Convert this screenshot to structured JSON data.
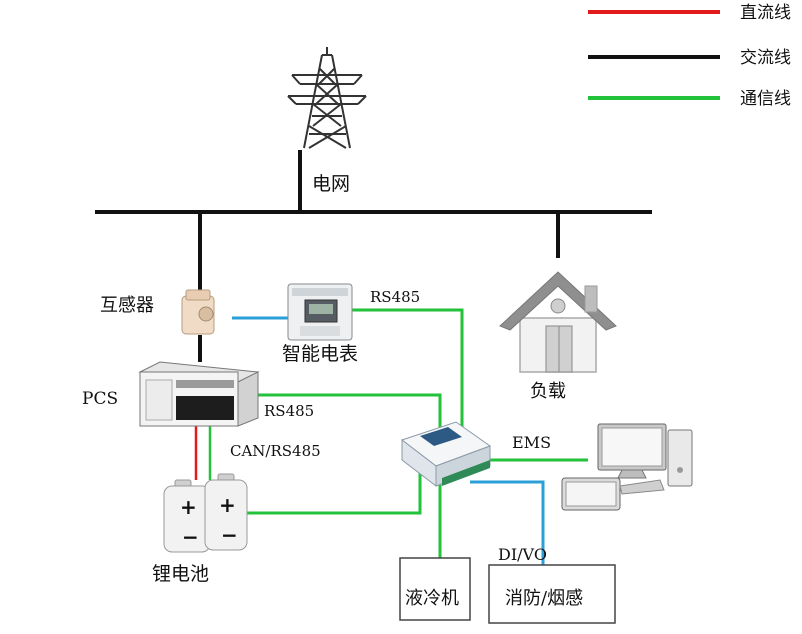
{
  "legend": [
    {
      "label": "直流线",
      "color": "#e11b1b"
    },
    {
      "label": "交流线",
      "color": "#111111"
    },
    {
      "label": "通信线",
      "color": "#22c23a"
    }
  ],
  "labels": {
    "grid": "电网",
    "transformer": "互感器",
    "meter": "智能电表",
    "rs485_top": "RS485",
    "load": "负载",
    "pcs": "PCS",
    "rs485_pcs": "RS485",
    "can_rs485": "CAN/RS485",
    "ems": "EMS",
    "battery": "锂电池",
    "dio": "DI/VO",
    "liquid_cooler": "液冷机",
    "fire_smoke": "消防/烟感"
  },
  "colors": {
    "ac": "#111111",
    "dc": "#e11b1b",
    "comm": "#22c23a",
    "blue_link": "#2a9fd8"
  },
  "icons": {
    "tower": "power-tower-icon",
    "house": "house-icon",
    "ct": "current-transformer-icon",
    "meter": "smart-meter-icon",
    "pcs": "pcs-cabinet-icon",
    "controller": "controller-module-icon",
    "computer": "computer-icon",
    "battery": "battery-icon"
  }
}
